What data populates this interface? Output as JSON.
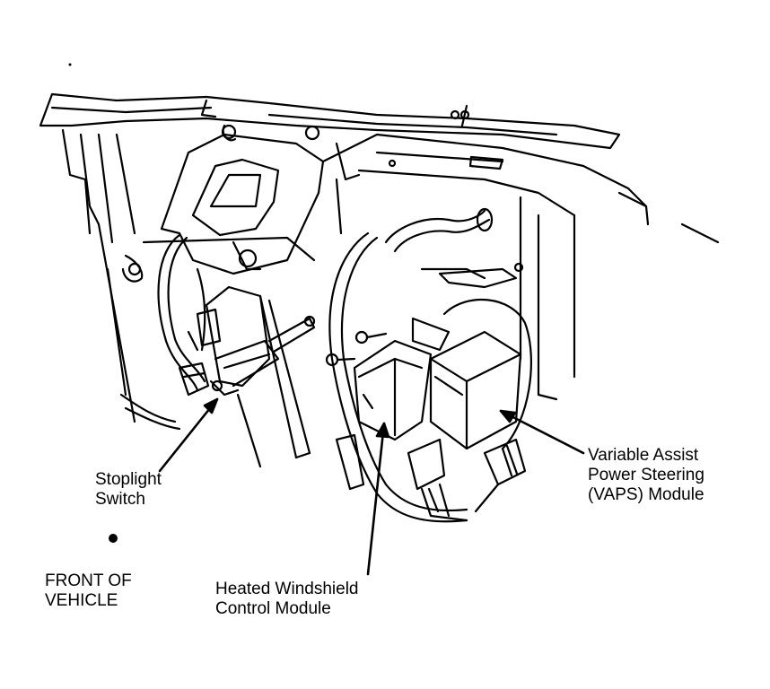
{
  "labels": {
    "stoplight_switch": [
      "Stoplight",
      "Switch"
    ],
    "vaps_module": [
      "Variable Assist",
      "Power Steering",
      "(VAPS) Module"
    ],
    "heated_windshield": [
      "Heated Windshield",
      "Control Module"
    ],
    "front_of_vehicle": [
      "FRONT OF",
      "VEHICLE"
    ]
  },
  "colors": {
    "ink": "#000000",
    "paper": "#ffffff"
  }
}
